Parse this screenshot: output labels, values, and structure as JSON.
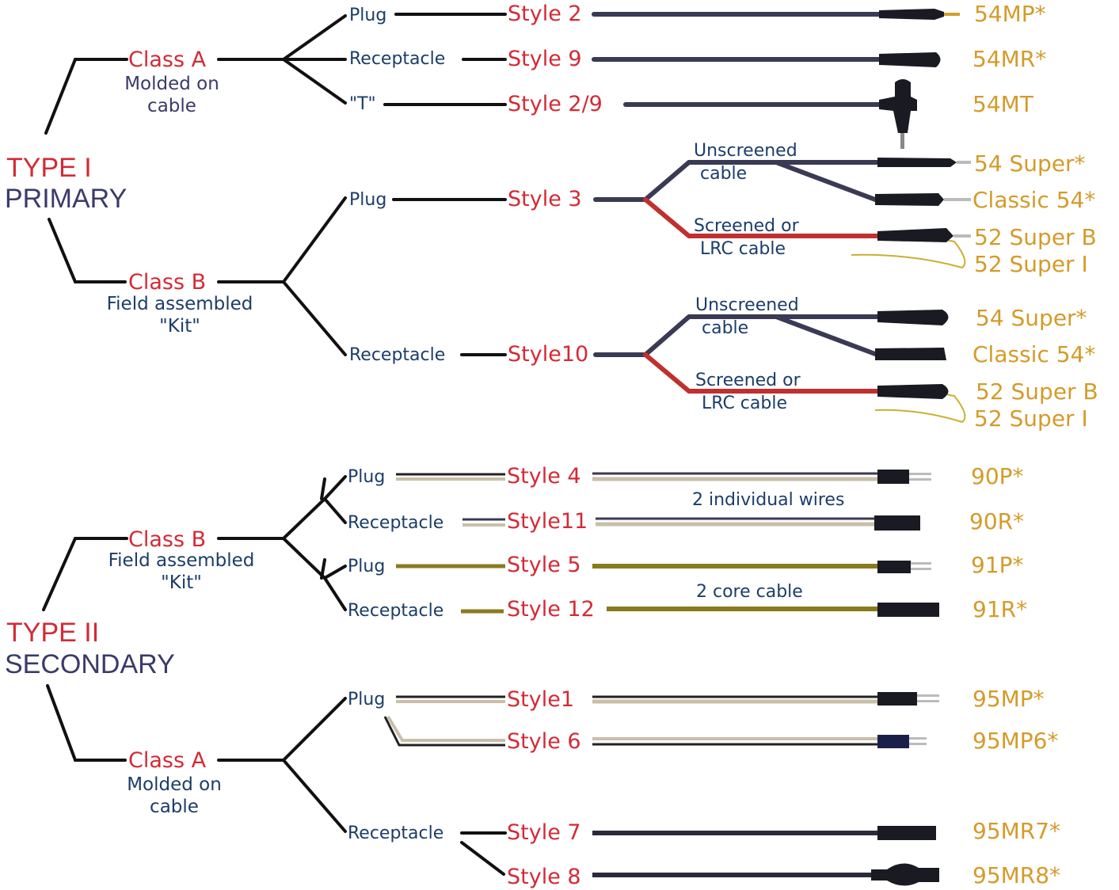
{
  "type1": {
    "title": "TYPE I",
    "subtitle": "PRIMARY",
    "class_a": {
      "label": "Class A",
      "desc_1": "Molded on",
      "desc_2": "cable",
      "rows": [
        {
          "connector": "Plug",
          "style": "Style 2",
          "code": "54MP*"
        },
        {
          "connector": "Receptacle",
          "style": "Style 9",
          "code": "54MR*"
        },
        {
          "connector": "\"T\"",
          "style": "Style 2/9",
          "code": "54MT"
        }
      ]
    },
    "class_b": {
      "label": "Class B",
      "desc_1": "Field assembled",
      "desc_2": "\"Kit\"",
      "plug": {
        "connector": "Plug",
        "style": "Style 3",
        "unscreened_1": "Unscreened",
        "unscreened_2": "cable",
        "screened_1": "Screened or",
        "screened_2": "LRC cable",
        "codes": [
          "54 Super*",
          "Classic 54*",
          "52 Super B",
          "52 Super I"
        ]
      },
      "receptacle": {
        "connector": "Receptacle",
        "style": "Style10",
        "unscreened_1": "Unscreened",
        "unscreened_2": "cable",
        "screened_1": "Screened or",
        "screened_2": "LRC cable",
        "codes": [
          "54 Super*",
          "Classic 54*",
          "52 Super B",
          "52 Super I"
        ]
      }
    }
  },
  "type2": {
    "title": "TYPE II",
    "subtitle": "SECONDARY",
    "class_b": {
      "label": "Class B",
      "desc_1": "Field assembled",
      "desc_2": "\"Kit\"",
      "rows": [
        {
          "connector": "Plug",
          "style": "Style 4",
          "code": "90P*"
        },
        {
          "connector": "Receptacle",
          "style": "Style11",
          "code": "90R*"
        },
        {
          "connector": "Plug",
          "style": "Style 5",
          "code": "91P*"
        },
        {
          "connector": "Receptacle",
          "style": "Style 12",
          "code": "91R*"
        }
      ],
      "note_wires": "2 individual wires",
      "note_core": "2 core cable"
    },
    "class_a": {
      "label": "Class A",
      "desc_1": "Molded on",
      "desc_2": "cable",
      "plug": {
        "connector": "Plug",
        "styles": [
          "Style1",
          "Style 6"
        ],
        "codes": [
          "95MP*",
          "95MP6*"
        ]
      },
      "receptacle": {
        "connector": "Receptacle",
        "styles": [
          "Style 7",
          "Style 8"
        ],
        "codes": [
          "95MR7*",
          "95MR8*"
        ]
      }
    }
  },
  "colors": {
    "red": "#d42a35",
    "blue": "#1b3d6a",
    "gold": "#d49b2a",
    "cable": "#3a3a55",
    "screened": "#c0302e",
    "core": "#8a7a1e"
  }
}
